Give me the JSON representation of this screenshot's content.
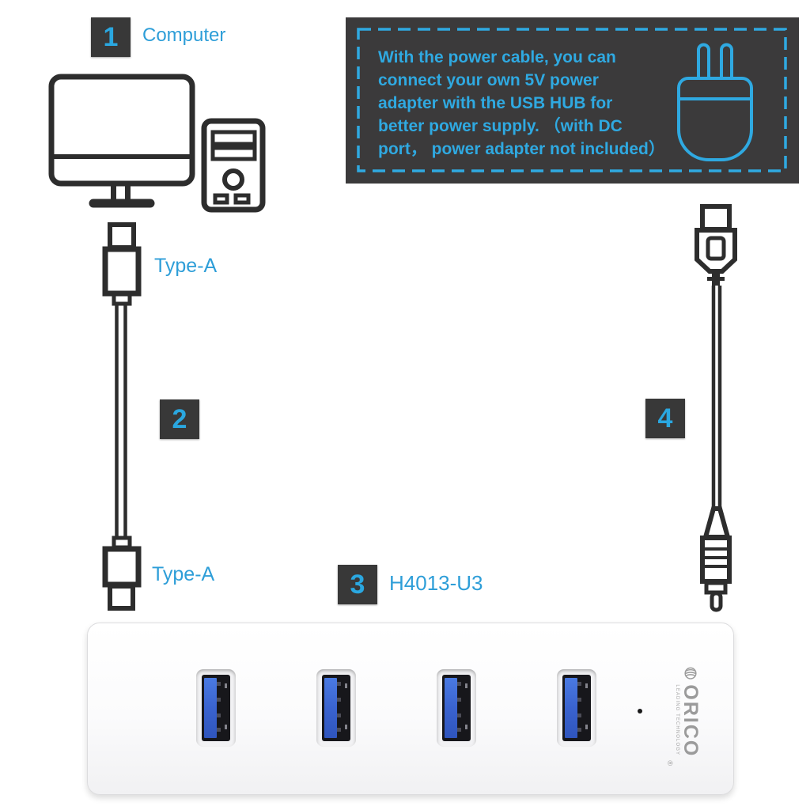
{
  "colors": {
    "accent_cyan": "#2FA9E1",
    "label_blue": "#2E9ED8",
    "line_art": "#2D2D2D",
    "badge_bg": "#383838",
    "usb_port_blue": "#3A63CF",
    "note_box_bg": "#3B3A3B",
    "hub_body": "#FAFAFB"
  },
  "badges": {
    "one": "1",
    "two": "2",
    "three": "3",
    "four": "4"
  },
  "labels": {
    "computer": "Computer",
    "type_a_top": "Type-A",
    "type_a_bottom": "Type-A",
    "model": "H4013-U3"
  },
  "note": {
    "lines": [
      "With the power cable, you can",
      "connect your own 5V power",
      "adapter with the USB HUB for",
      "better power supply. （with DC",
      "port， power adapter not included）"
    ]
  },
  "hub": {
    "ports_count": "4",
    "logo_text": "ORICO",
    "logo_tagline": "LEADING TECHNOLOGY",
    "logo_reg": "®"
  }
}
